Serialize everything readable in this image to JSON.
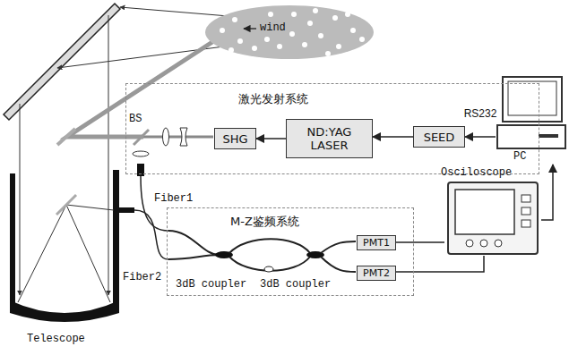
{
  "diagram": {
    "nodes": [
      {
        "text": [
          "激光发射系统"
        ]
      },
      {
        "text": [
          "SHG"
        ],
        "in": 0
      },
      {
        "text": [
          "ND:YAG LASER"
        ],
        "in": 0
      },
      {
        "text": [
          "SEED"
        ],
        "in": 0
      },
      {
        "text": [
          "PC"
        ]
      },
      {
        "text": [
          "wind"
        ]
      },
      {
        "text": [
          "M-Z鉴频系统"
        ]
      },
      {
        "text": [
          "PMT1"
        ],
        "in": 6
      },
      {
        "text": [
          "PMT2"
        ],
        "in": 6
      },
      {
        "text": [
          "Osciloscope"
        ]
      },
      {
        "text": [
          "Telescope"
        ]
      }
    ],
    "edges": [
      {
        "from": 3,
        "to": 2,
        "arrow": "to"
      },
      {
        "from": 2,
        "to": 1,
        "arrow": "to"
      },
      {
        "from": 4,
        "to": 3,
        "label": "RS232",
        "arrow": "to"
      },
      {
        "from": 7,
        "to": 9,
        "arrow": "none"
      },
      {
        "from": 8,
        "to": 9,
        "arrow": "none"
      },
      {
        "from": 9,
        "to": 4,
        "arrow": "to"
      }
    ],
    "labels": [
      "BS",
      "Fiber1",
      "Fiber2",
      "3dB coupler",
      "3dB coupler"
    ]
  }
}
